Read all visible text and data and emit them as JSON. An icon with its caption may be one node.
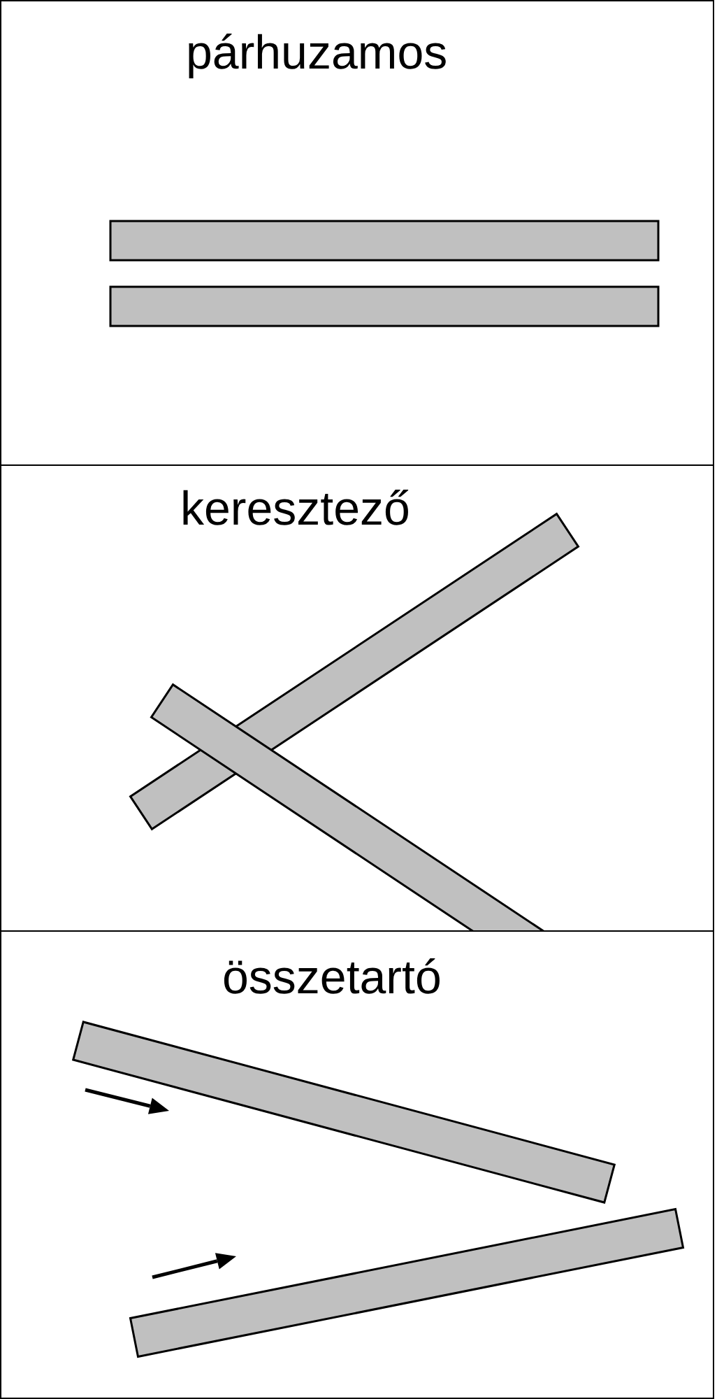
{
  "diagram": {
    "nodes": [
      {
        "text": [
          "párhuzamos"
        ]
      },
      {
        "text": [
          "keresztező"
        ]
      },
      {
        "text": [
          "összetartó"
        ]
      }
    ]
  }
}
